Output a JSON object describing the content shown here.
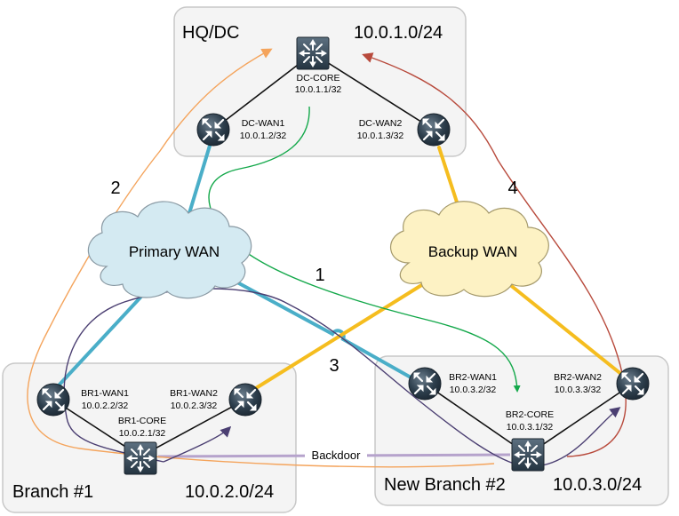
{
  "sites": {
    "hq": {
      "title": "HQ/DC",
      "subnet": "10.0.1.0/24"
    },
    "branch1": {
      "title": "Branch #1",
      "subnet": "10.0.2.0/24"
    },
    "branch2": {
      "title": "New Branch #2",
      "subnet": "10.0.3.0/24"
    }
  },
  "devices": {
    "dc_core": {
      "name": "DC-CORE",
      "ip": "10.0.1.1/32"
    },
    "dc_wan1": {
      "name": "DC-WAN1",
      "ip": "10.0.1.2/32"
    },
    "dc_wan2": {
      "name": "DC-WAN2",
      "ip": "10.0.1.3/32"
    },
    "br1_wan1": {
      "name": "BR1-WAN1",
      "ip": "10.0.2.2/32"
    },
    "br1_wan2": {
      "name": "BR1-WAN2",
      "ip": "10.0.2.3/32"
    },
    "br1_core": {
      "name": "BR1-CORE",
      "ip": "10.0.2.1/32"
    },
    "br2_wan1": {
      "name": "BR2-WAN1",
      "ip": "10.0.3.2/32"
    },
    "br2_wan2": {
      "name": "BR2-WAN2",
      "ip": "10.0.3.3/32"
    },
    "br2_core": {
      "name": "BR2-CORE",
      "ip": "10.0.3.1/32"
    }
  },
  "clouds": {
    "primary": {
      "label": "Primary WAN"
    },
    "backup": {
      "label": "Backup WAN"
    }
  },
  "links": {
    "backdoor": "Backdoor"
  },
  "paths": {
    "p1": "1",
    "p2": "2",
    "p3": "3",
    "p4": "4"
  },
  "colors": {
    "primary_wan_link": "#4aaec8",
    "backup_wan_link": "#f5bd1f",
    "backdoor_link": "#b6a3cc",
    "path_green": "#13a84a",
    "path_orange": "#f4a45c",
    "path_red": "#b84a3c",
    "path_purple": "#4b3f72",
    "primary_cloud": "#d4eaf2",
    "backup_cloud": "#fdf2c4"
  }
}
